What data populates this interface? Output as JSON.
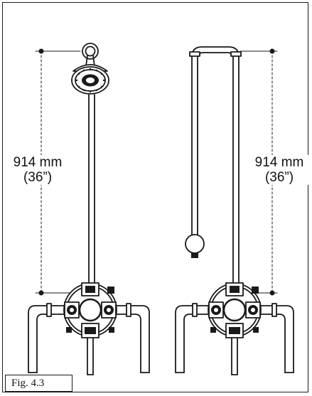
{
  "figure": {
    "caption": "Fig. 4.3",
    "left_dimension": {
      "value": "914 mm",
      "imperial": "(36”)"
    },
    "right_dimension": {
      "value": "914 mm",
      "imperial": "(36”)"
    }
  },
  "colors": {
    "line": "#1a1a1a",
    "background": "#ffffff"
  }
}
